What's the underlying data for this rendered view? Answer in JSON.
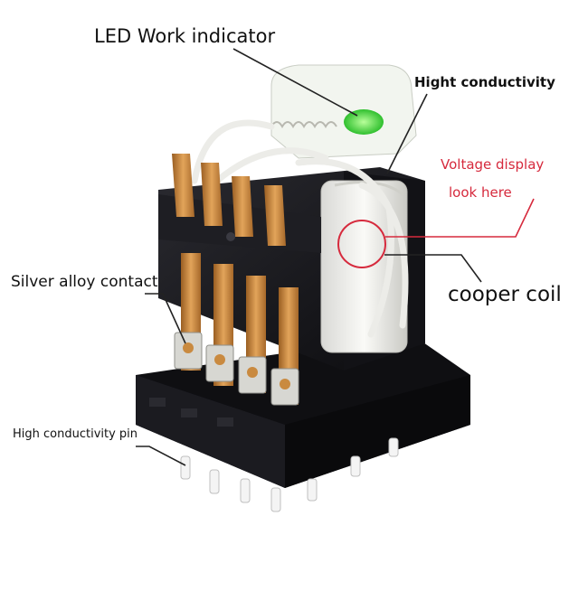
{
  "labels": {
    "led_indicator": "LED Work indicator",
    "high_conductivity": "Hight conductivity",
    "voltage_display_line1": "Voltage display",
    "voltage_display_line2": "look here",
    "copper_coil": "cooper coil",
    "silver_contact": "Silver alloy contact",
    "conductivity_pin": "High conductivity pin"
  },
  "colors": {
    "housing": "#16161a",
    "socket": "#0f0f12",
    "copper": "#c98a40",
    "led": "#37d63a",
    "highlight": "#d62a3d",
    "wire": "#ecece8"
  }
}
